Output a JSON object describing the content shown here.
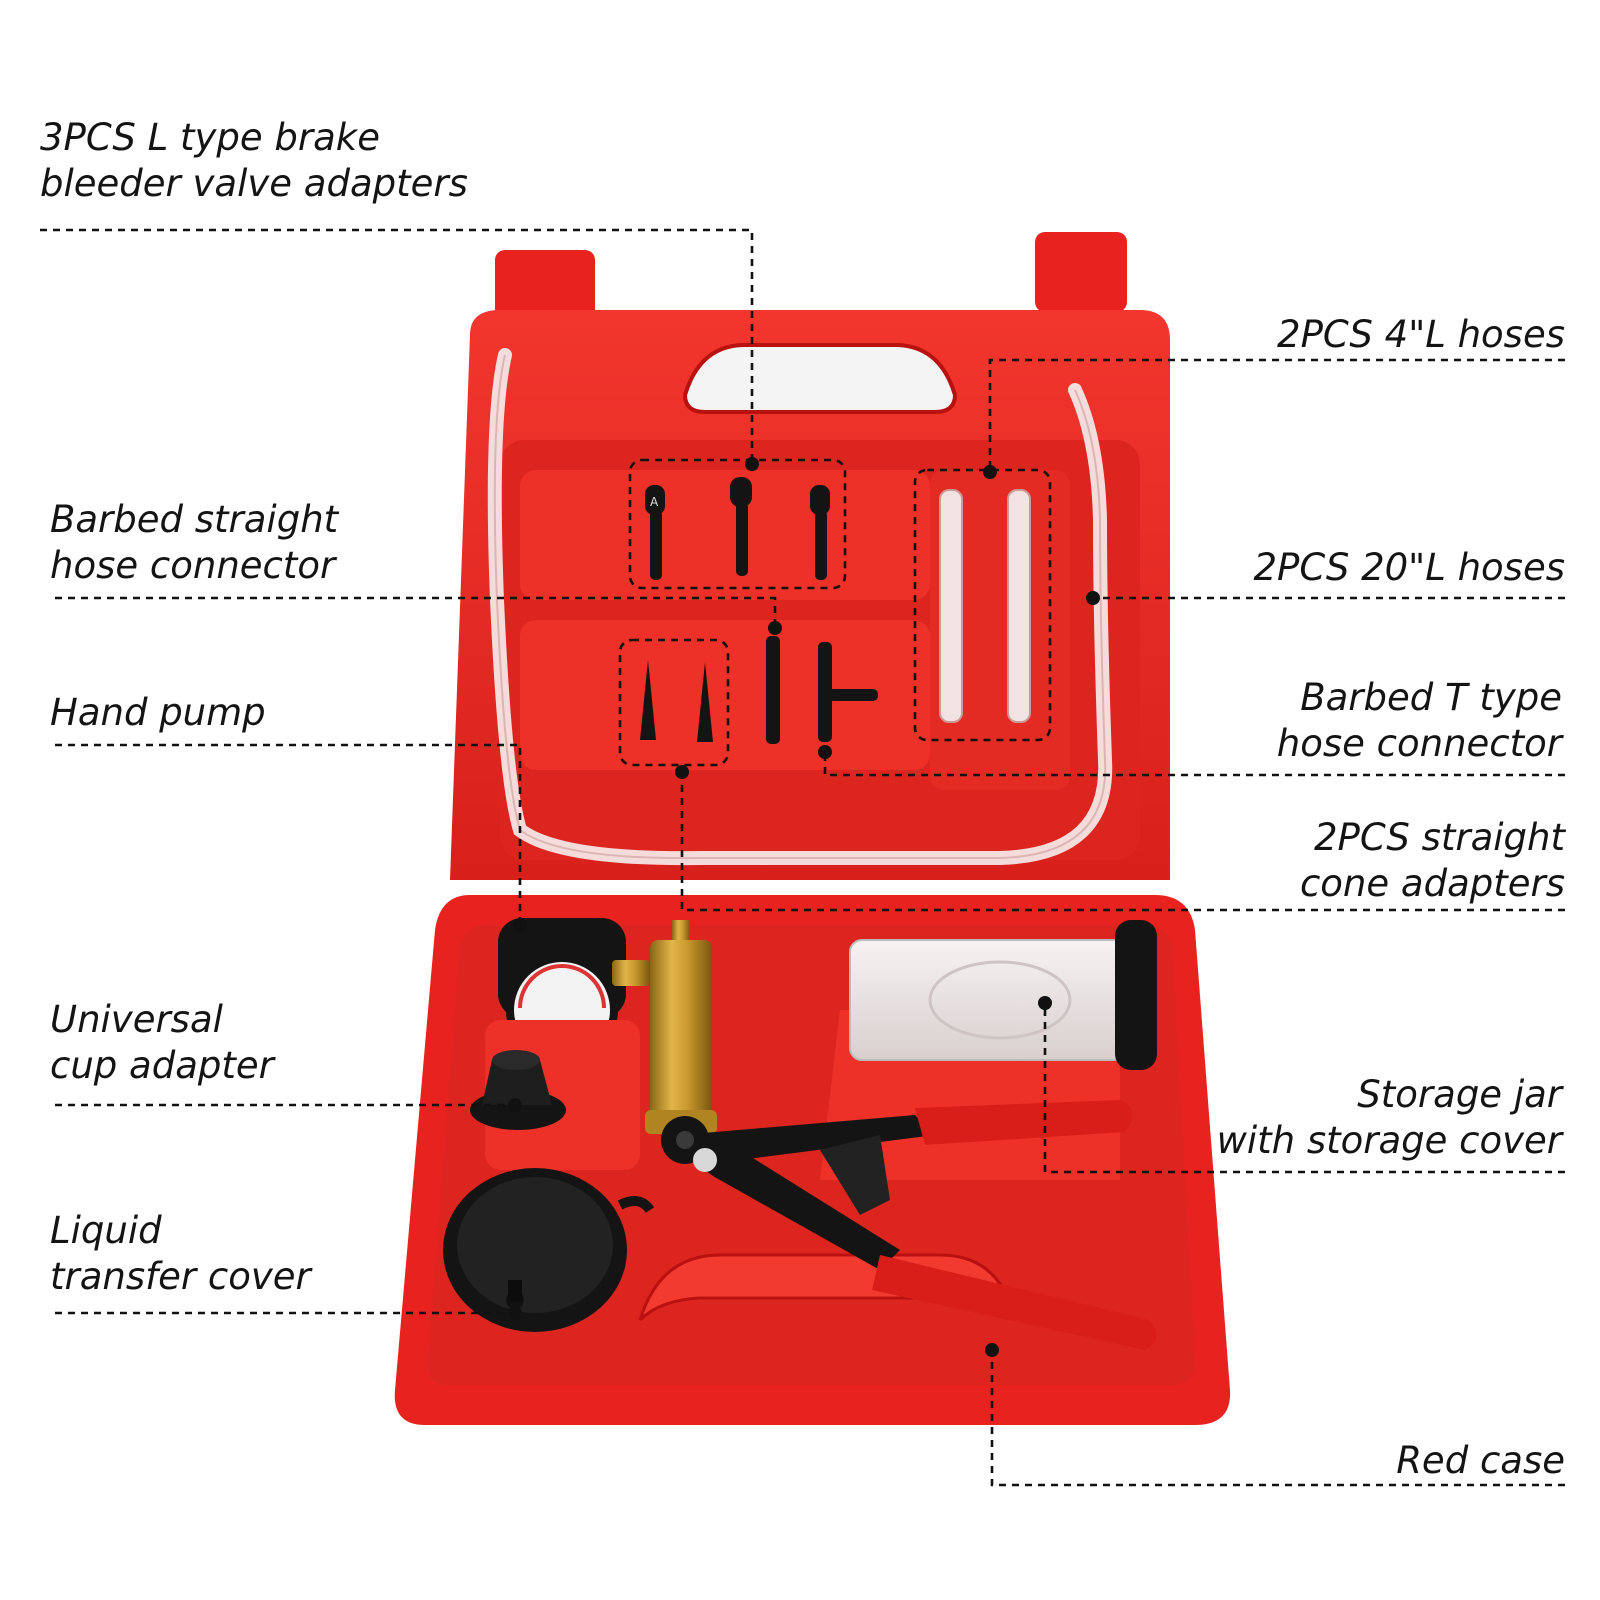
{
  "colors": {
    "case_red": "#e8231f",
    "case_dark_red": "#b8110f",
    "handle_red": "#d91e1a",
    "brass": "#c99a2e",
    "black": "#141414",
    "hose_clear": "#f4e4e4"
  },
  "labels": {
    "l_adapters": {
      "line1": "3PCS L type brake",
      "line2": "bleeder valve adapters"
    },
    "straight_connector": {
      "line1": "Barbed straight",
      "line2": "hose connector"
    },
    "hand_pump": {
      "line1": "Hand pump"
    },
    "cup_adapter": {
      "line1": "Universal",
      "line2": "cup adapter"
    },
    "transfer_cover": {
      "line1": "Liquid",
      "line2": "transfer cover"
    },
    "hoses_4": {
      "line1": "2PCS 4\"L hoses"
    },
    "hoses_20": {
      "line1": "2PCS 20\"L hoses"
    },
    "t_connector": {
      "line1": "Barbed T type",
      "line2": "hose connector"
    },
    "cone_adapters": {
      "line1": "2PCS straight",
      "line2": "cone adapters"
    },
    "storage_jar": {
      "line1": "Storage jar",
      "line2": "with storage cover"
    },
    "red_case": {
      "line1": "Red case"
    }
  },
  "adapter_mark": "A"
}
